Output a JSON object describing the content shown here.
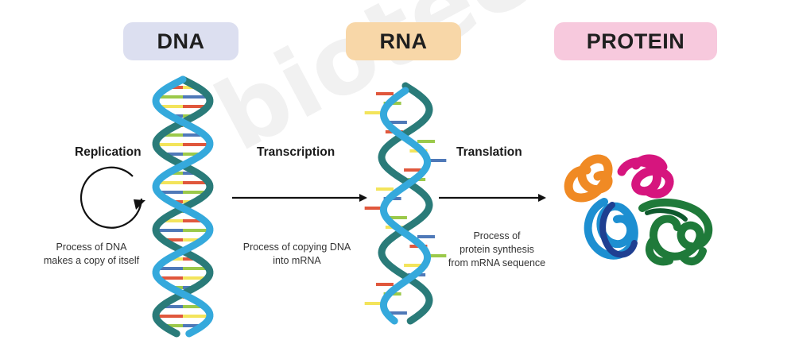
{
  "headings": {
    "dna": "DNA",
    "rna": "RNA",
    "protein": "PROTEIN"
  },
  "processes": {
    "replication": {
      "label": "Replication",
      "description_lines": [
        "Process of DNA",
        "makes a copy of itself"
      ]
    },
    "transcription": {
      "label": "Transcription",
      "description_lines": [
        "Process of copying DNA",
        "into mRNA"
      ]
    },
    "translation": {
      "label": "Translation",
      "description_lines": [
        "Process of",
        "protein synthesis",
        "from mRNA sequence"
      ]
    }
  },
  "watermark": "bioteenika",
  "colors": {
    "dna_pill": "#dcdff0",
    "rna_pill": "#f8d7a8",
    "protein_pill": "#f7c9dd",
    "strand_dark": "#2a7b79",
    "strand_light": "#35a9dc",
    "base_red": "#e0573c",
    "base_green": "#9bc94a",
    "base_yellow": "#f3e45b",
    "base_blue": "#4f79b8",
    "arrow": "#111111"
  }
}
